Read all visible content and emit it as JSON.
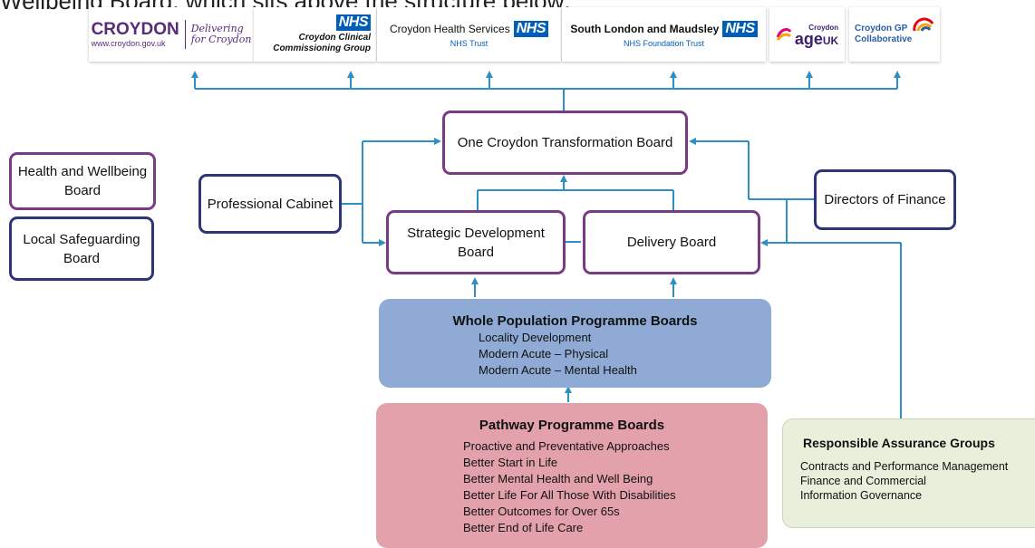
{
  "intro_text": "Wellbeing Board, which sits above the structure below:",
  "logos": {
    "croydon_council": {
      "name": "CROYDON",
      "url": "www.croydon.gov.uk",
      "tagline_1": "Delivering",
      "tagline_2": "for Croydon"
    },
    "ccg": {
      "badge": "NHS",
      "line1": "Croydon Clinical",
      "line2": "Commissioning Group"
    },
    "chs": {
      "name": "Croydon Health Services",
      "badge": "NHS",
      "sub": "NHS Trust"
    },
    "slam": {
      "name": "South London and Maudsley",
      "badge": "NHS",
      "sub": "NHS Foundation Trust"
    },
    "ageuk": {
      "small": "Croydon",
      "big1": "age",
      "big2": "UK"
    },
    "gp": {
      "line1": "Croydon GP",
      "line2": "Collaborative"
    }
  },
  "nodes": {
    "transformation": "One Croydon Transformation Board",
    "hwb": "Health and Wellbeing Board",
    "lsb": "Local Safeguarding Board",
    "cabinet": "Professional Cabinet",
    "strategic": "Strategic Development Board",
    "delivery": "Delivery Board",
    "finance": "Directors of Finance"
  },
  "whole_population": {
    "title": "Whole Population Programme Boards",
    "items": [
      "Locality Development",
      "Modern Acute – Physical",
      "Modern Acute – Mental Health"
    ]
  },
  "pathway": {
    "title": "Pathway Programme Boards",
    "items": [
      "Proactive and Preventative Approaches",
      "Better Start  in Life",
      "Better Mental Health  and Well Being",
      "Better Life For All Those With Disabilities",
      "Better Outcomes  for Over 65s",
      "Better End of Life Care"
    ]
  },
  "assurance": {
    "title": "Responsible Assurance Groups",
    "items": [
      "Contracts and Performance Management",
      "Finance and Commercial",
      "Information Governance"
    ]
  },
  "colors": {
    "arrow": "#2e8fc4",
    "purple_border": "#7a3a85",
    "navy_border": "#2e3577",
    "whole_population_fill": "#8faad4",
    "pathway_fill": "#e3a1ac",
    "assurance_fill": "#e8efdb",
    "nhs_blue": "#005eb8"
  }
}
